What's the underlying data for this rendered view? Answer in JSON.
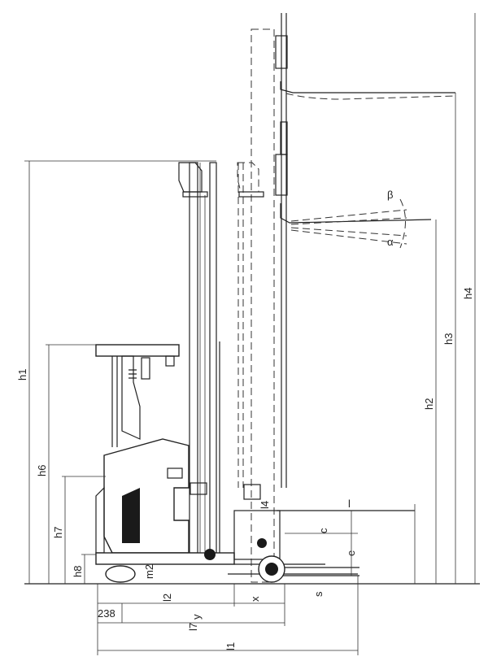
{
  "dimensions": {
    "h1": "h1",
    "h2": "h2",
    "h3": "h3",
    "h4": "h4",
    "h6": "h6",
    "h7": "h7",
    "h8": "h8",
    "m2": "m2",
    "l1": "l1",
    "l2": "l2",
    "l4": "l4",
    "l7": "l7",
    "x": "x",
    "y": "y",
    "s": "s",
    "e": "e",
    "c": "c",
    "l": "l",
    "alpha": "α",
    "beta": "β",
    "value_238": "238"
  },
  "colors": {
    "line": "#222222",
    "background": "#ffffff",
    "battery_panel": "#1a1a1a"
  }
}
